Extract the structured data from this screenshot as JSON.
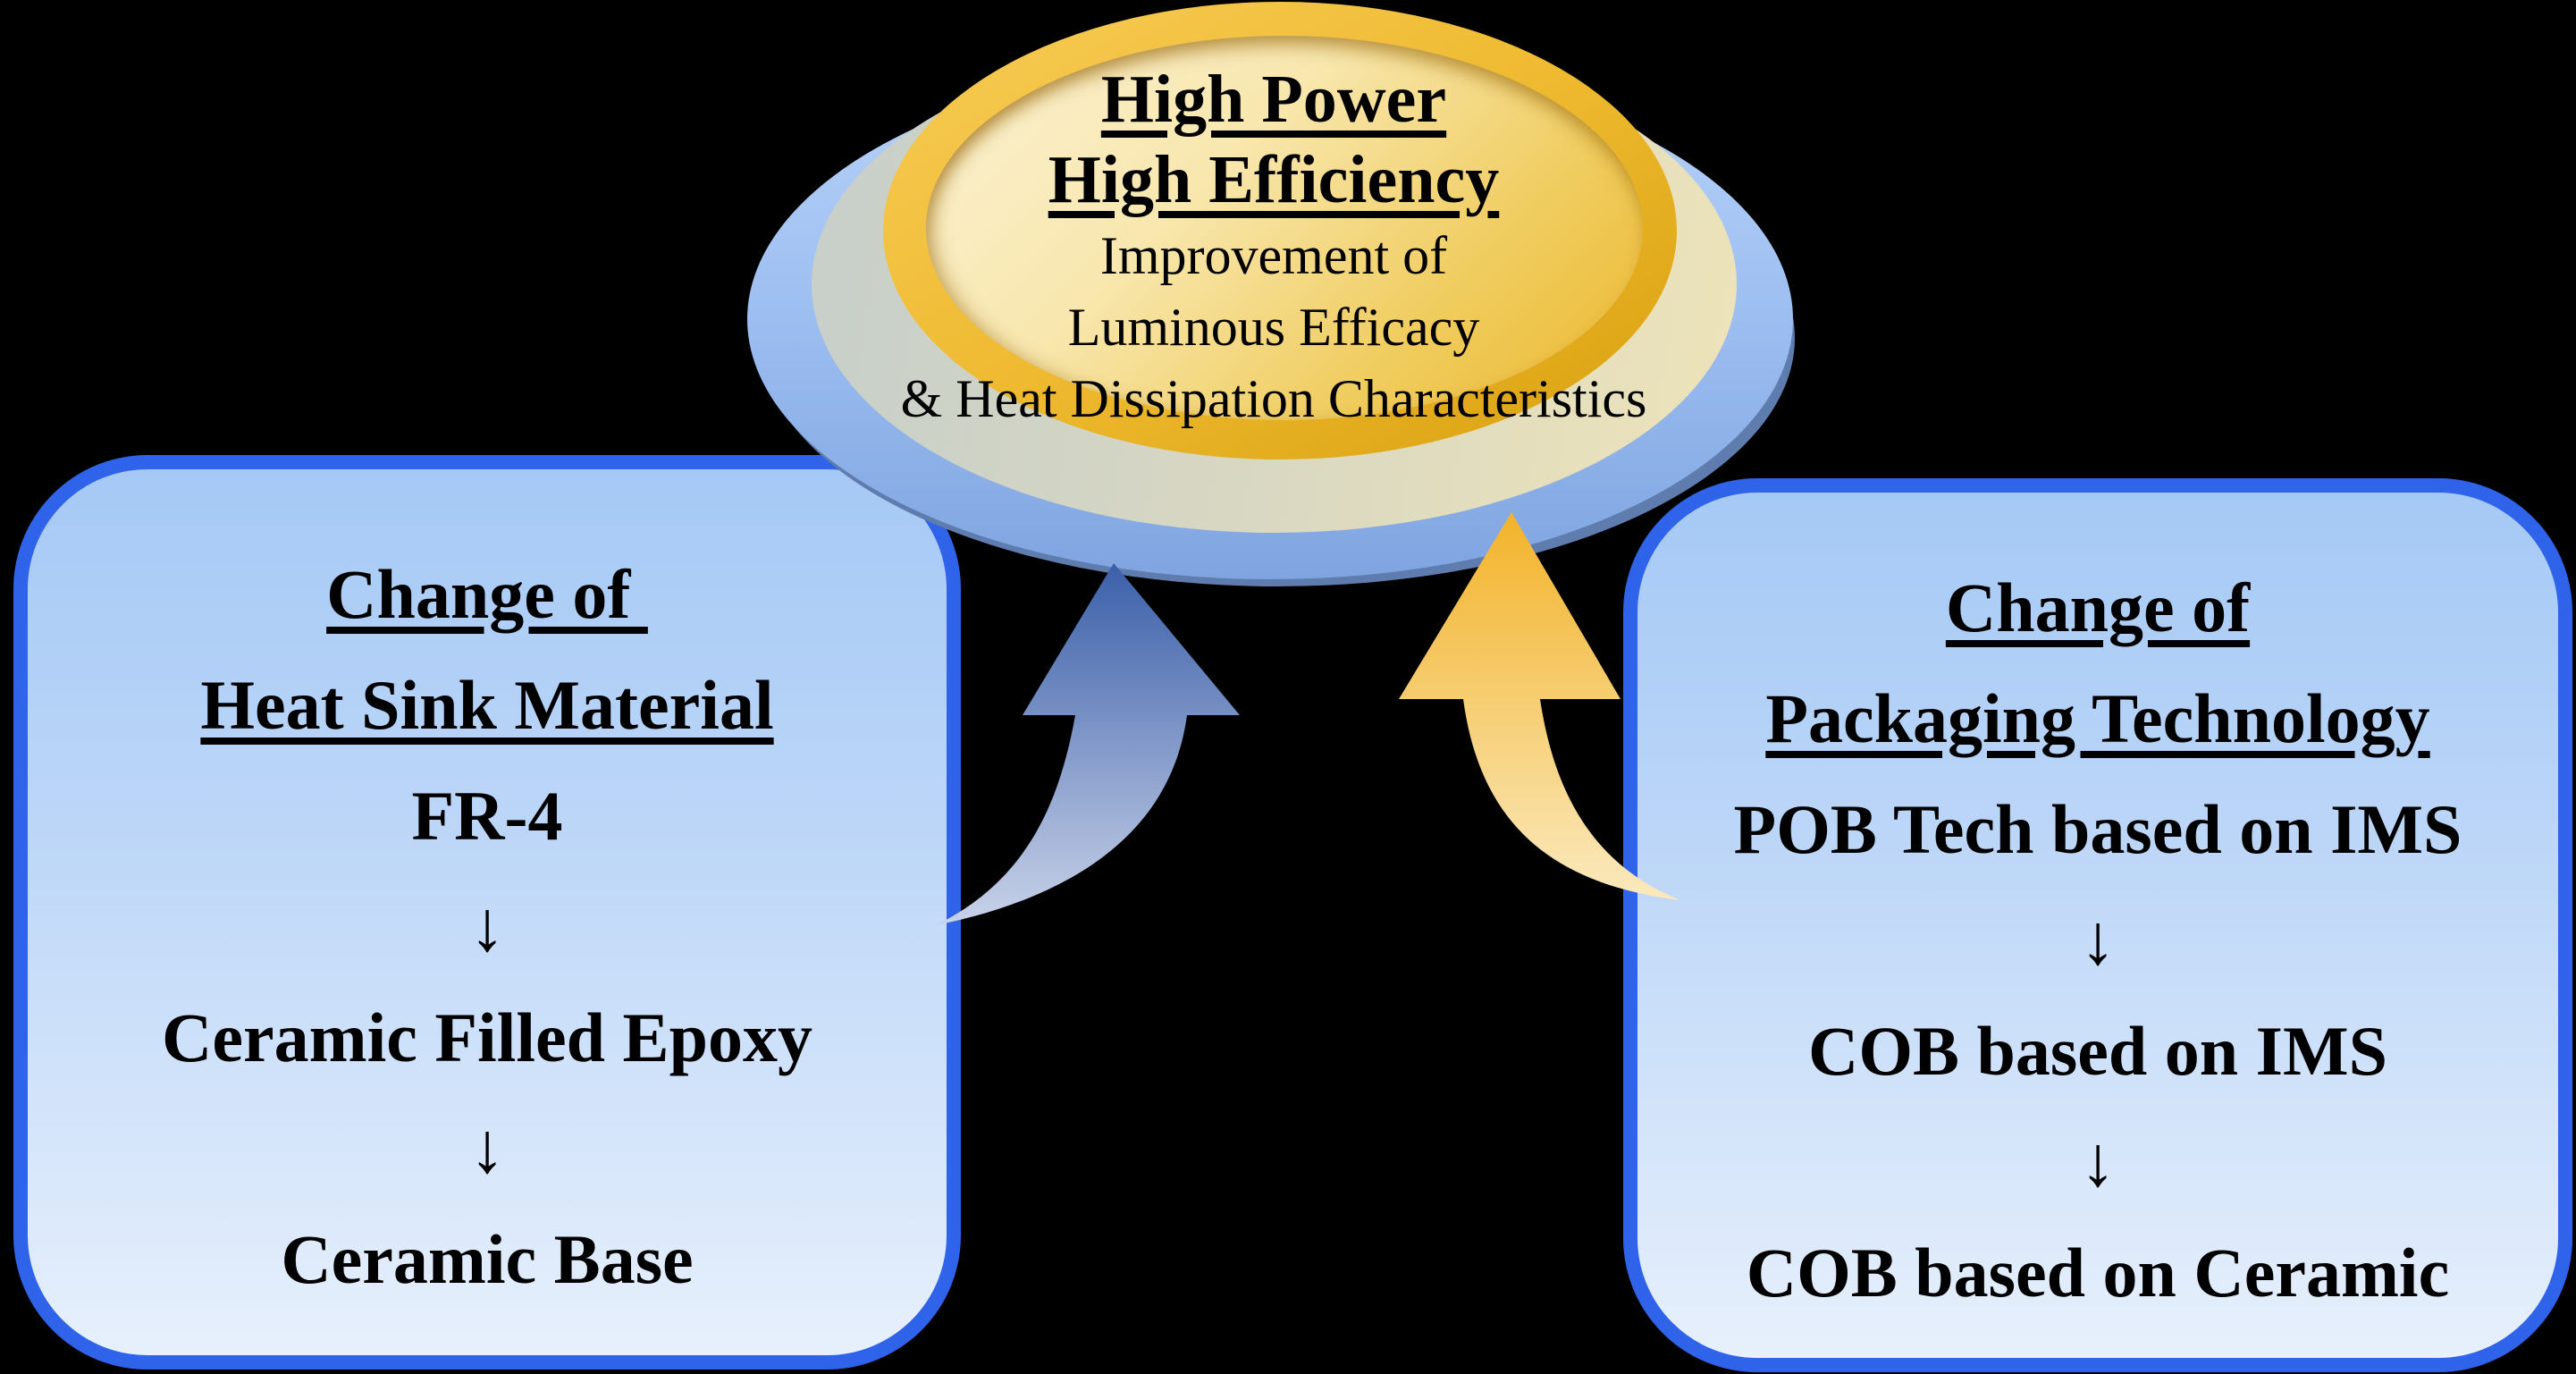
{
  "badge": {
    "title_lines": [
      "High Power",
      "High Efficiency"
    ],
    "subtitle_lines": [
      "Improvement of",
      "Luminous Efficacy",
      "& Heat Dissipation Characteristics"
    ]
  },
  "left_box": {
    "heading_lines": [
      "Change of ",
      "Heat Sink Material"
    ],
    "steps": [
      "FR-4",
      "Ceramic Filled Epoxy",
      "Ceramic Base"
    ],
    "arrow_glyph": "↓"
  },
  "right_box": {
    "heading_lines": [
      "Change of",
      "Packaging Technology"
    ],
    "steps": [
      "POB Tech based on IMS",
      "COB based on IMS",
      "COB based on Ceramic"
    ],
    "arrow_glyph": "↓"
  },
  "arrows": {
    "left_arrow": "blue curved up-arrow from heat-sink panel to badge",
    "right_arrow": "gold curved up-arrow from packaging panel to badge"
  },
  "colors": {
    "background": "#000000",
    "panel_border": "#2f63e9",
    "panel_fill_top": "#a5c9f5",
    "panel_fill_bottom": "#e7f0fc",
    "badge_outer_blue": "#9fc0f2",
    "badge_shadow_blue": "#5e7cae",
    "badge_sage": "#d6d6c3",
    "badge_gold_ring": "#efba30",
    "badge_gold_inner_light": "#fbf2d4",
    "badge_gold_inner_deep": "#ebb72f",
    "blue_arrow_dark": "#3b5fa9",
    "blue_arrow_pale": "#c9d3e9",
    "gold_arrow_dark": "#f2b32a",
    "gold_arrow_pale": "#fbe9bd",
    "text": "#000000"
  }
}
